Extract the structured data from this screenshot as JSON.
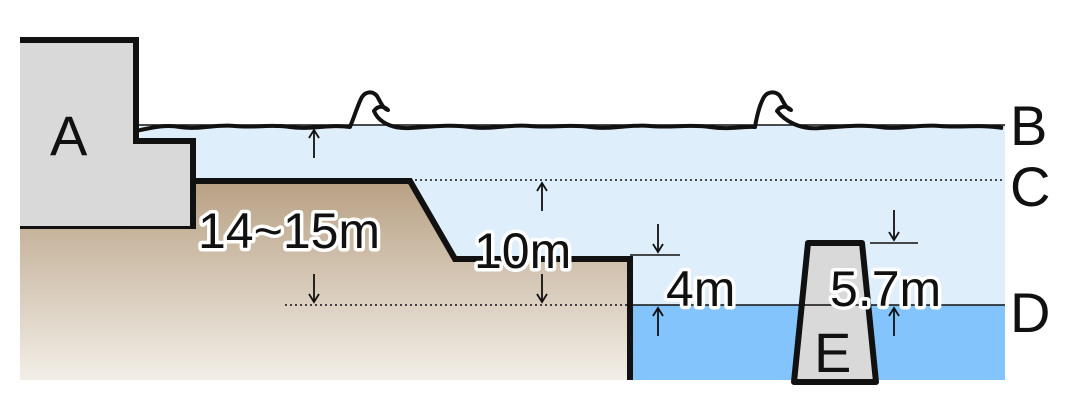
{
  "labels": {
    "a": "A",
    "b": "B",
    "c": "C",
    "d": "D",
    "e": "E"
  },
  "measurements": {
    "seawall_height": "14~15m",
    "tsunami_height": "10m",
    "quay_height": "4m",
    "breakwater_height": "5.7m"
  },
  "colors": {
    "ground": "#c8b49c",
    "sea_upper": "#dfeefb",
    "sea_lower": "#82c4fb",
    "structure": "#d9d9d9",
    "outline": "#111111"
  }
}
